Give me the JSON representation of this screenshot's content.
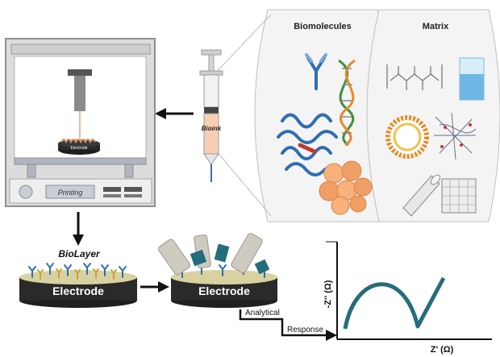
{
  "labels": {
    "biomolecules": "Biomolecules",
    "matrix": "Matrix",
    "bioink": "Bioink",
    "electrode_small": "Electrode",
    "printing": "Printing",
    "biolayer": "BioLayer",
    "electrode_left": "Electrode",
    "electrode_right": "Electrode",
    "analytical": "Analytical",
    "response": "Response",
    "y_axis": "-Z'' (Ω)",
    "x_axis": "Z' (Ω)"
  },
  "colors": {
    "printer_frame": "#d9d9d9",
    "printer_panel": "#c9ced6",
    "syringe_liquid": "#f6cfb4",
    "electrode_dark": "#262626",
    "nyquist_curve": "#256d7b",
    "biomolecule_blue": "#2f6fb0",
    "cell_orange": "#f0a064",
    "arrow": "#111111"
  },
  "icons": [
    "3d-printer-icon",
    "syringe-icon",
    "antibody-icon",
    "dna-icon",
    "protein-icon",
    "cell-cluster-icon",
    "polymer-structure-icon",
    "beaker-icon",
    "liposome-icon",
    "hydrogel-network-icon",
    "carbon-nanotube-icon",
    "graphene-sheet-icon",
    "electrode-disc-icon",
    "nyquist-plot-icon"
  ]
}
